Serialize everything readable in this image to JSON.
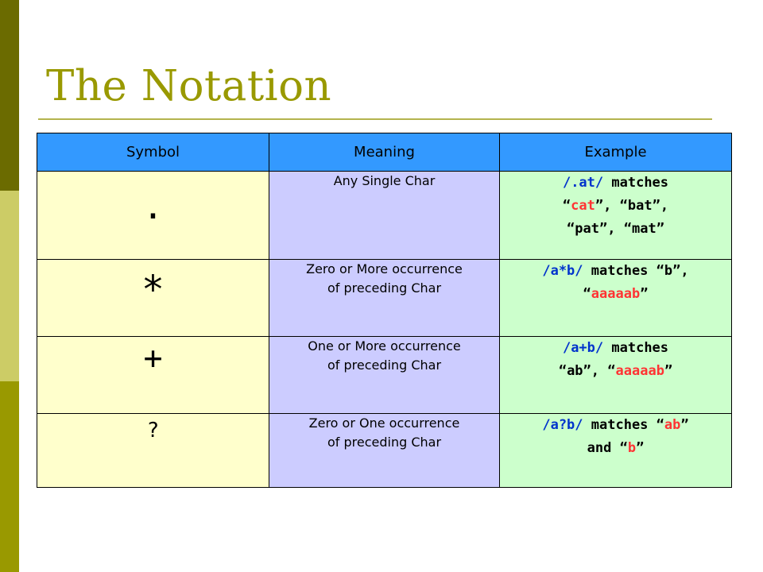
{
  "title": "The Notation",
  "table": {
    "headers": {
      "symbol": "Symbol",
      "meaning": "Meaning",
      "example": "Example"
    },
    "rows": [
      {
        "symbol": ".",
        "meaning_1": "Any Single Char",
        "meaning_2": "",
        "ex": {
          "pattern": "/.at/",
          "matches": " matches",
          "q1o": "“",
          "v1": "cat",
          "q1c": "”, ",
          "q2o": "“",
          "v2": "bat",
          "q2c": "”,",
          "q3o": "“",
          "v3": "pat",
          "q3c": "”, ",
          "q4o": "“",
          "v4": "mat",
          "q4c": "”"
        }
      },
      {
        "symbol": "*",
        "meaning_1": "Zero or More occurrence",
        "meaning_2": "of preceding Char",
        "ex": {
          "pattern": "/a*b/",
          "matches": " matches ",
          "q1o": "“",
          "v1": "b",
          "q1c": "”,",
          "q2o": "“",
          "v2": "aaaaab",
          "q2c": "”"
        }
      },
      {
        "symbol": "+",
        "meaning_1": "One or More occurrence",
        "meaning_2": "of preceding Char",
        "ex": {
          "pattern": "/a+b/",
          "matches": " matches",
          "q1o": "“",
          "v1": "ab",
          "q1c": "”, ",
          "q2o": "“",
          "v2": "aaaaab",
          "q2c": "”"
        }
      },
      {
        "symbol": "?",
        "meaning_1": "Zero or One occurrence",
        "meaning_2": "of preceding Char",
        "ex": {
          "pattern": "/a?b/",
          "matches": " matches ",
          "q1o": "“",
          "v1": "ab",
          "q1c": "”",
          "and": "and ",
          "q2o": "“",
          "v2": "b",
          "q2c": "”"
        }
      }
    ]
  },
  "colors": {
    "title": "#999900",
    "header_bg": "#3399ff",
    "symbol_bg": "#ffffcc",
    "meaning_bg": "#ccccff",
    "example_bg": "#ccffcc",
    "pattern_text": "#0033cc",
    "match_text": "#ff3333",
    "band_dark": "#6b6b00",
    "band_light": "#cccc66",
    "band_mid": "#999900"
  }
}
